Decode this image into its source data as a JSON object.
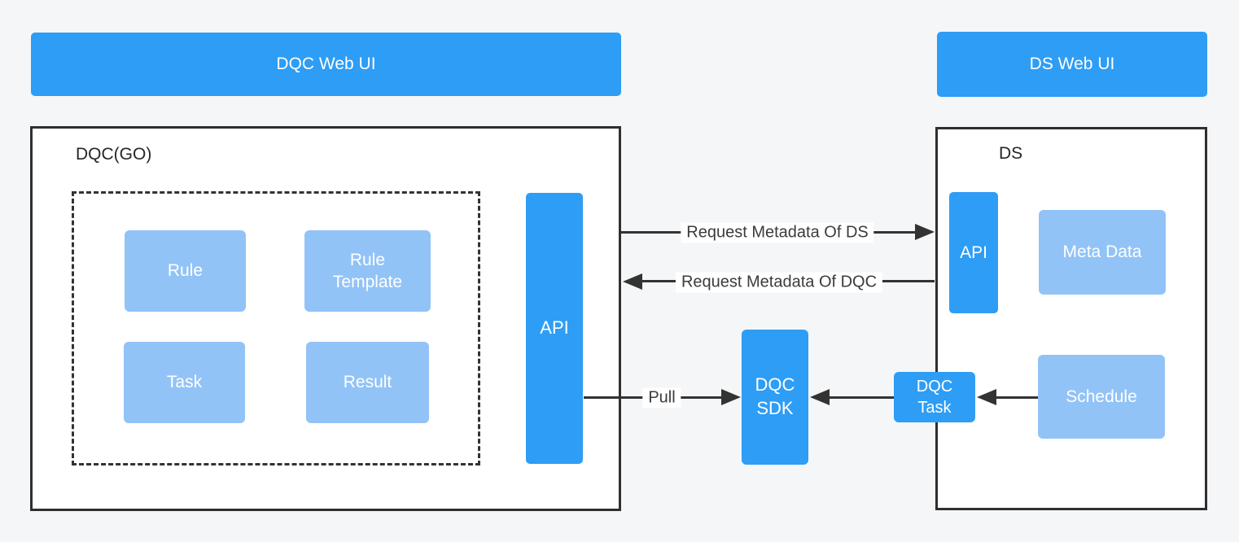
{
  "diagram": {
    "banners": {
      "dqc_web_ui": "DQC Web UI",
      "ds_web_ui": "DS Web UI"
    },
    "dqc_container": {
      "title": "DQC(GO)",
      "modules": [
        {
          "label": "Rule"
        },
        {
          "label": "Rule\nTemplate"
        },
        {
          "label": "Task"
        },
        {
          "label": "Result"
        }
      ],
      "api_label": "API"
    },
    "ds_container": {
      "title": "DS",
      "api_label": "API",
      "meta_data_label": "Meta Data",
      "schedule_label": "Schedule"
    },
    "middle_nodes": {
      "dqc_sdk_label": "DQC\nSDK",
      "dqc_task_label": "DQC\nTask"
    },
    "edges": {
      "request_metadata_of_ds": "Request Metadata Of DS",
      "request_metadata_of_dqc": "Request Metadata Of DQC",
      "pull": "Pull"
    },
    "colors": {
      "primary_blue": "#2E9DF5",
      "light_blue": "#92C3F7",
      "background": "#F5F6F7",
      "line": "#333333",
      "container_border": "#2F2F2F"
    }
  }
}
